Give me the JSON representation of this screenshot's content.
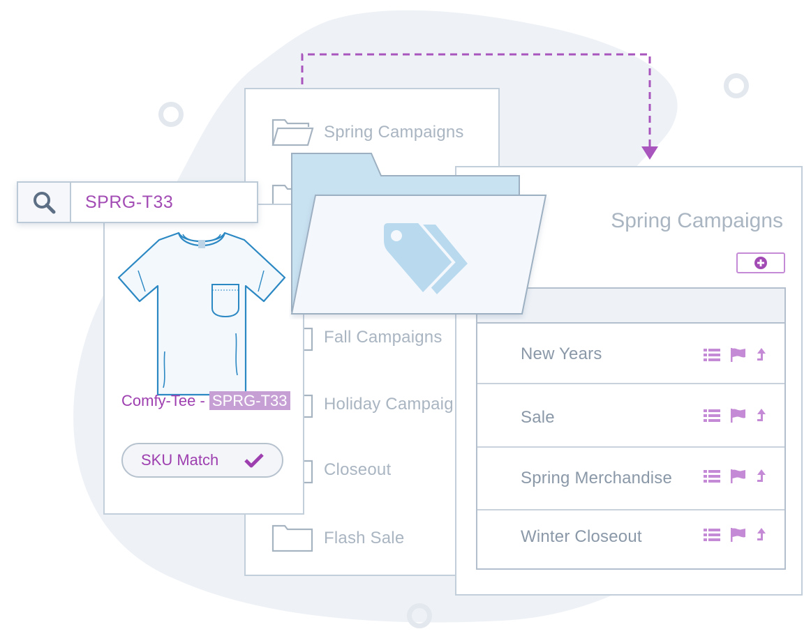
{
  "search": {
    "value": "SPRG-T33"
  },
  "folders": [
    {
      "label": "Spring  Campaigns",
      "open": true
    },
    {
      "label": "Fall Campaigns"
    },
    {
      "label": "Holiday Campaig"
    },
    {
      "label": "Closeout"
    },
    {
      "label": "Flash Sale"
    }
  ],
  "product": {
    "name_prefix": "Comfy-Tee - ",
    "sku": "SPRG-T33",
    "match_label": "SKU Match"
  },
  "campaign_panel": {
    "title": "Spring Campaigns",
    "rows": [
      {
        "label": "New Years"
      },
      {
        "label": "Sale"
      },
      {
        "label": "Spring Merchandise"
      },
      {
        "label": "Winter Closeout"
      }
    ]
  },
  "colors": {
    "accent": "#9e3fb0",
    "icon": "#c58ad6",
    "muted_text": "#aab5c2",
    "border": "#c3cedb",
    "folder_fill": "#c9e2f2",
    "tag": "#b9d9ee"
  },
  "icons": [
    "search-icon",
    "folder-icon",
    "folder-open-icon",
    "tag-icon",
    "tshirt-icon",
    "check-icon",
    "plus-circle-icon",
    "list-icon",
    "flag-icon",
    "arrow-up-icon"
  ]
}
